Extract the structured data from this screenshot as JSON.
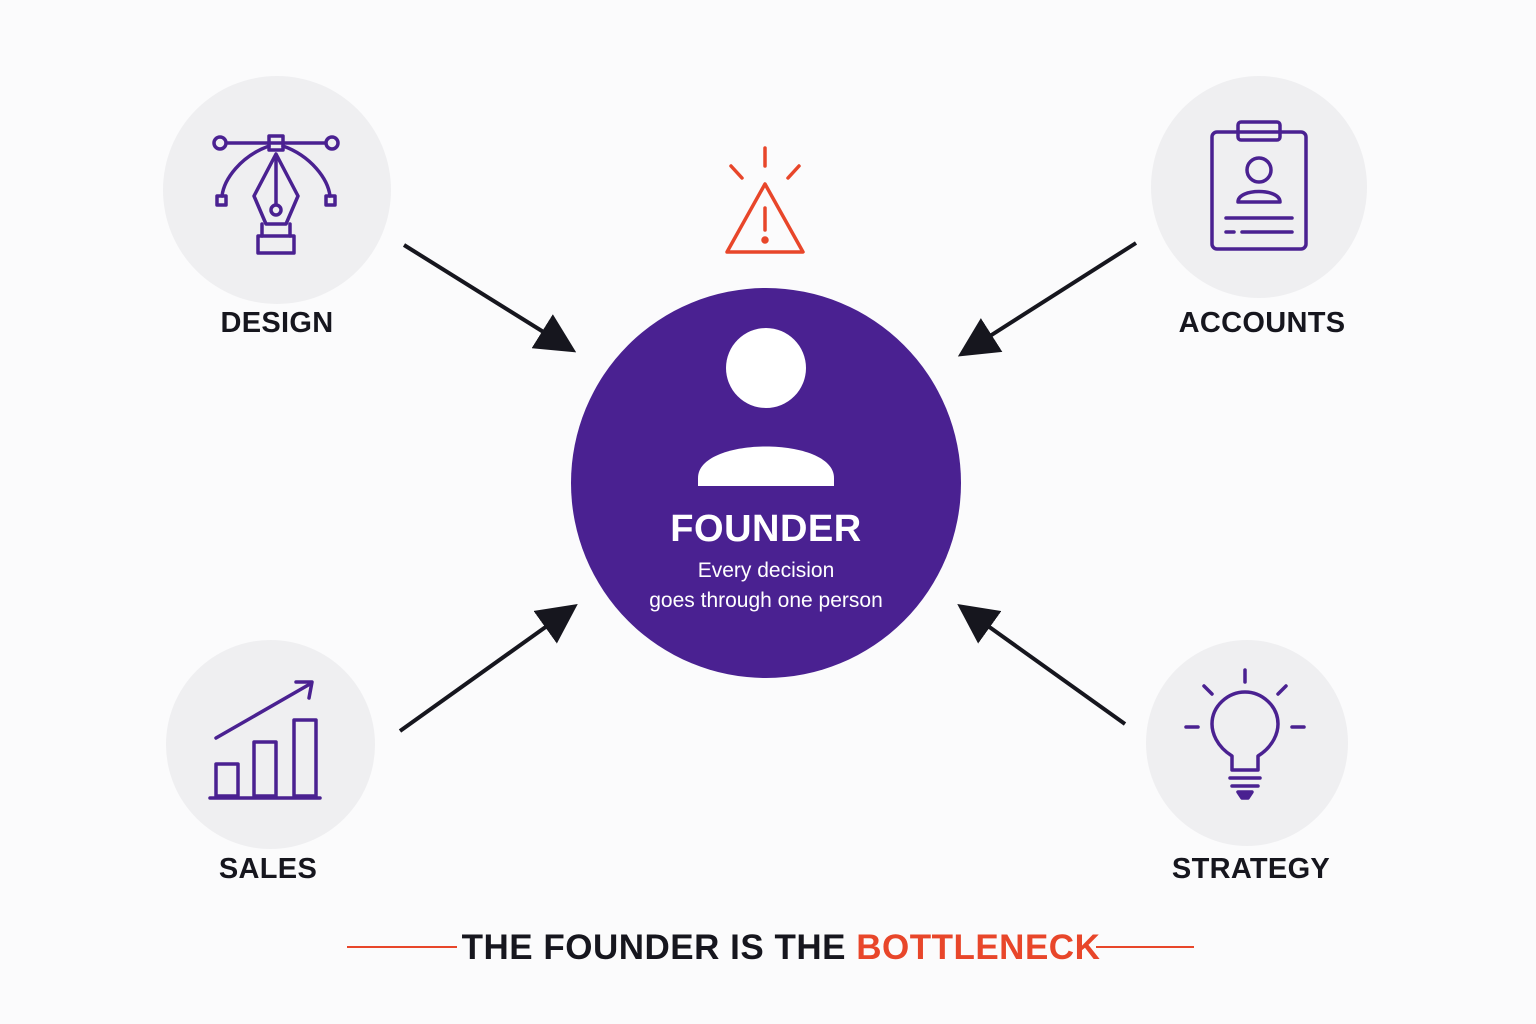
{
  "colors": {
    "background": "#fbfbfc",
    "founder_fill": "#4a2191",
    "icon_purple": "#4a2191",
    "accent_red": "#e8462a",
    "node_fill": "#efeff1",
    "text_dark": "#16161e"
  },
  "center": {
    "icon": "person-icon",
    "title": "FOUNDER",
    "subtitle_line1": "Every decision",
    "subtitle_line2": "goes through one person",
    "alert_icon": "warning-triangle-icon"
  },
  "nodes": [
    {
      "id": "design",
      "label": "DESIGN",
      "icon": "pen-tool-icon"
    },
    {
      "id": "accounts",
      "label": "ACCOUNTS",
      "icon": "id-badge-icon"
    },
    {
      "id": "sales",
      "label": "SALES",
      "icon": "bar-chart-growth-icon"
    },
    {
      "id": "strategy",
      "label": "STRATEGY",
      "icon": "lightbulb-icon"
    }
  ],
  "footer": {
    "text_main": "THE FOUNDER IS THE ",
    "text_accent": "BOTTLENECK"
  }
}
